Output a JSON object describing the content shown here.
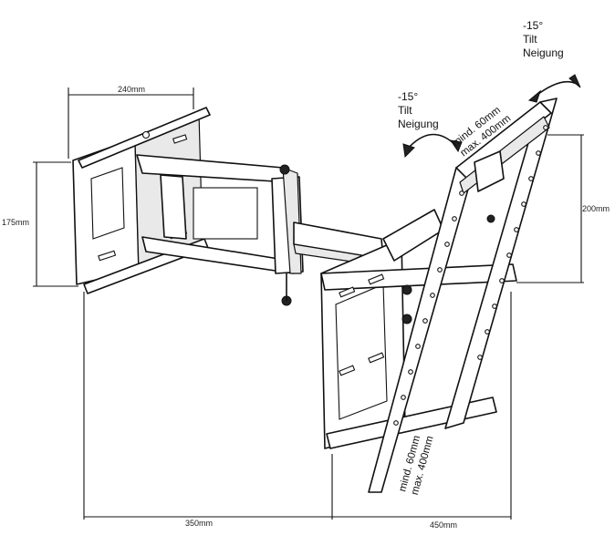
{
  "dimensions": {
    "wall_width": "240mm",
    "wall_height": "175mm",
    "vesa_height": "200mm",
    "depth_min": "350mm",
    "depth_max": "450mm"
  },
  "tilt_left": {
    "angle": "-15°",
    "label_en": "Tilt",
    "label_de": "Neigung"
  },
  "tilt_right": {
    "angle": "-15°",
    "label_en": "Tilt",
    "label_de": "Neigung"
  },
  "vesa_top": {
    "min": "mind. 60mm",
    "max": "max. 400mm"
  },
  "vesa_side": {
    "min": "mind. 60mm",
    "max": "max. 400mm"
  }
}
